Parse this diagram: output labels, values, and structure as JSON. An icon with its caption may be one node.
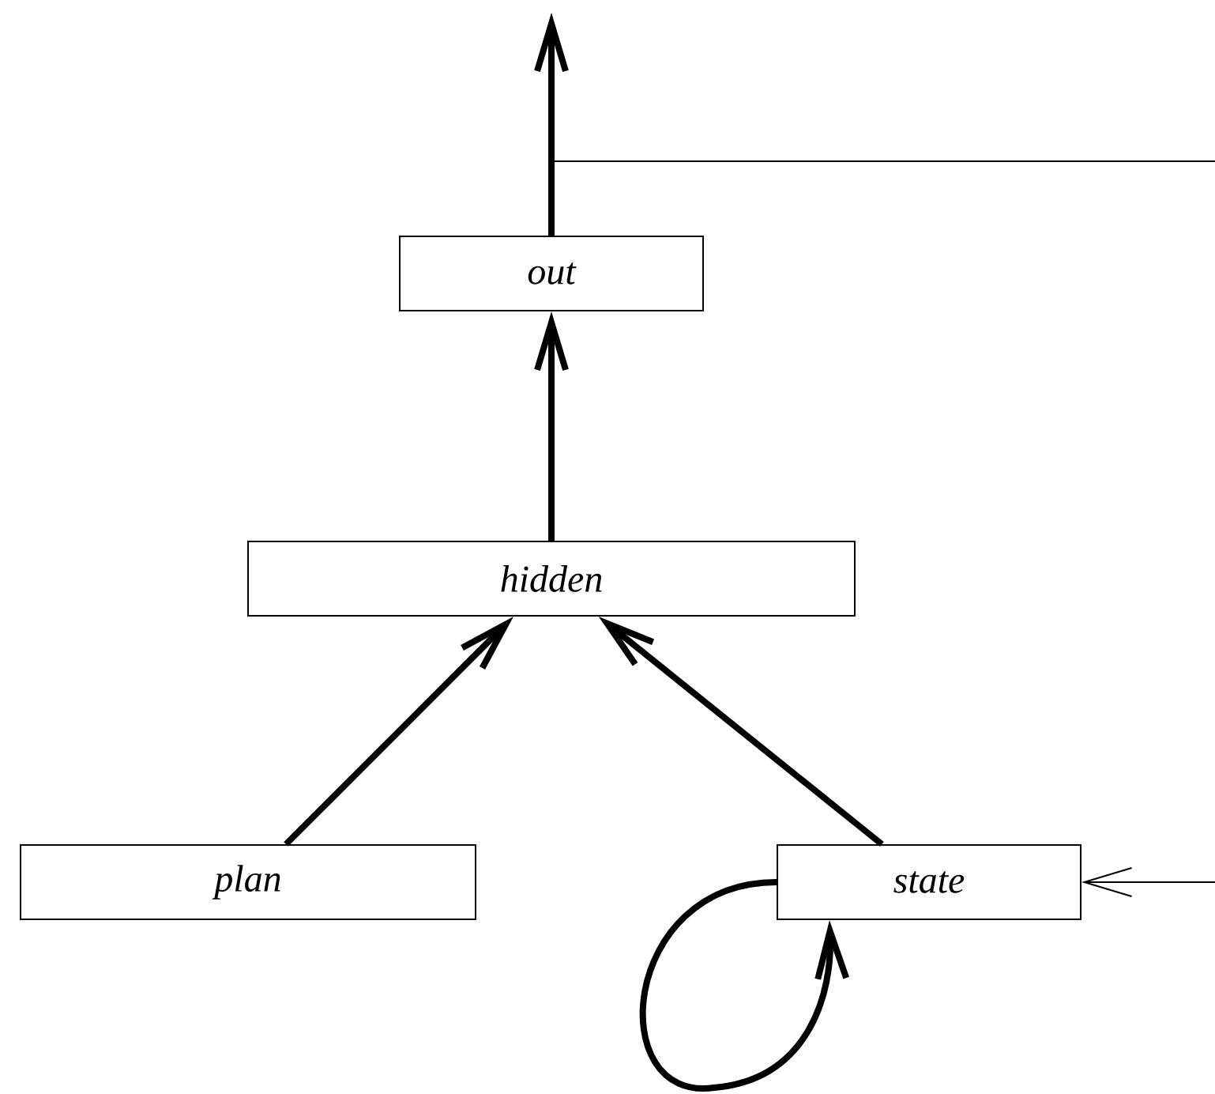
{
  "diagram": {
    "nodes": [
      {
        "text": [
          "out"
        ]
      },
      {
        "text": [
          "hidden"
        ]
      },
      {
        "text": [
          "plan"
        ]
      },
      {
        "text": [
          "state"
        ]
      }
    ],
    "edges": [
      {
        "from": 0,
        "to": null,
        "arrow": "to"
      },
      {
        "from": 0,
        "to": null,
        "arrow": "none"
      },
      {
        "from": 1,
        "to": 0,
        "arrow": "to"
      },
      {
        "from": 2,
        "to": 1,
        "arrow": "to"
      },
      {
        "from": 3,
        "to": 1,
        "arrow": "to"
      },
      {
        "from": 3,
        "to": 3,
        "arrow": "to"
      },
      {
        "from": null,
        "to": 3,
        "arrow": "to"
      }
    ]
  }
}
